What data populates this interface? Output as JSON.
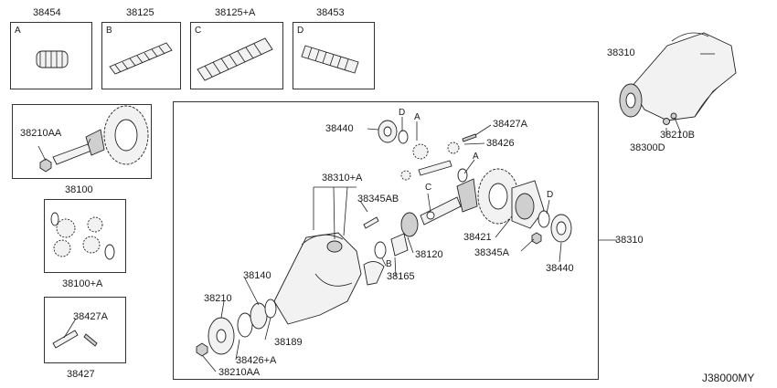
{
  "sections": {
    "spring_a": {
      "part": "38454",
      "letter": "A"
    },
    "spring_b": {
      "part": "38125",
      "letter": "B"
    },
    "spring_c": {
      "part": "38125+A",
      "letter": "C"
    },
    "spring_d": {
      "part": "38453",
      "letter": "D"
    },
    "gear_set": {
      "part": "38100",
      "callout": "38210AA"
    },
    "side_gears": {
      "part": "38100+A"
    },
    "pin_set": {
      "part": "38427",
      "callout": "38427A"
    }
  },
  "main_assembly": {
    "part": "38310",
    "callouts": {
      "c38440_top": "38440",
      "letter_d_top": "D",
      "letter_a_top": "A",
      "c38427a": "38427A",
      "c38426": "38426",
      "letter_a_mid": "A",
      "c38310a": "38310+A",
      "c38345ab": "38345AB",
      "letter_c": "C",
      "letter_d_right": "D",
      "c38421": "38421",
      "c38345a": "38345A",
      "c38440_bottom": "38440",
      "c38120": "38120",
      "letter_b": "B",
      "c38165": "38165",
      "c38140": "38140",
      "c38210": "38210",
      "c38189": "38189",
      "c38426a": "38426+A",
      "c38210aa": "38210AA"
    }
  },
  "housing_top": {
    "part": "38310",
    "c38210b": "38210B",
    "c38300d": "38300D"
  },
  "diagram_code": "J38000MY"
}
